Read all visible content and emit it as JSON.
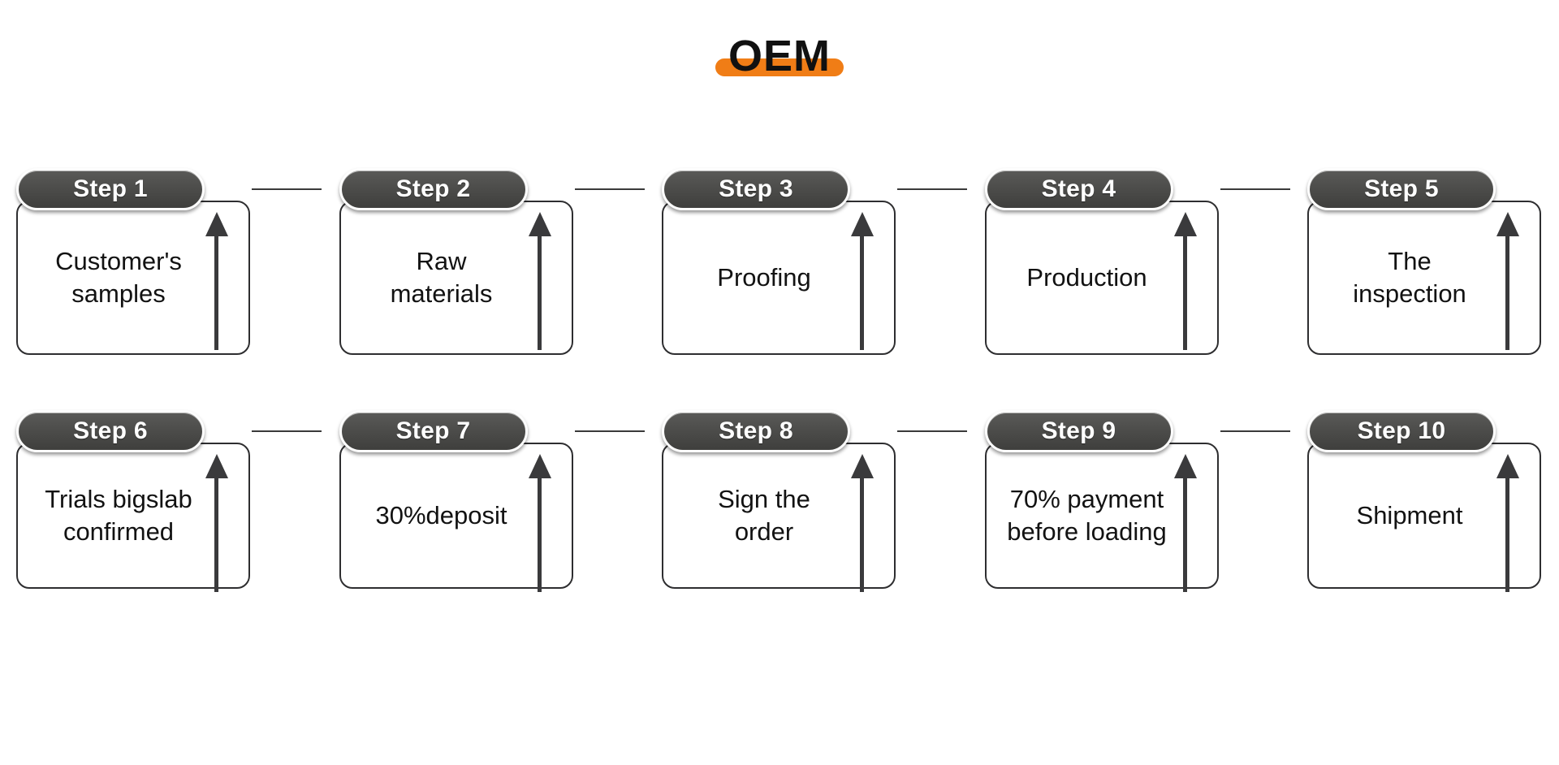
{
  "title": {
    "text": "OEM",
    "highlight_color": "#F07D16"
  },
  "theme": {
    "pill_color": "#4d4d4b",
    "pill_text_color": "#ffffff",
    "card_border_color": "#2e2e30",
    "card_background": "#ffffff",
    "arrow_color": "#3a3a3c",
    "connector_color": "#3a3a3a",
    "page_background": "#ffffff"
  },
  "icons": {
    "arrow_up": "arrow-up-icon"
  },
  "rows": [
    {
      "row_label": "row-1",
      "steps": [
        {
          "pill": "Step 1",
          "body": "Customer's\nsamples"
        },
        {
          "pill": "Step 2",
          "body": "Raw\nmaterials"
        },
        {
          "pill": "Step 3",
          "body": "Proofing"
        },
        {
          "pill": "Step 4",
          "body": "Production"
        },
        {
          "pill": "Step 5",
          "body": "The\ninspection"
        }
      ]
    },
    {
      "row_label": "row-2",
      "steps": [
        {
          "pill": "Step 6",
          "body": "Trials bigslab\nconfirmed"
        },
        {
          "pill": "Step 7",
          "body": "30%deposit"
        },
        {
          "pill": "Step 8",
          "body": "Sign the\norder"
        },
        {
          "pill": "Step 9",
          "body": "70% payment\nbefore loading"
        },
        {
          "pill": "Step 10",
          "body": "Shipment"
        }
      ]
    }
  ]
}
